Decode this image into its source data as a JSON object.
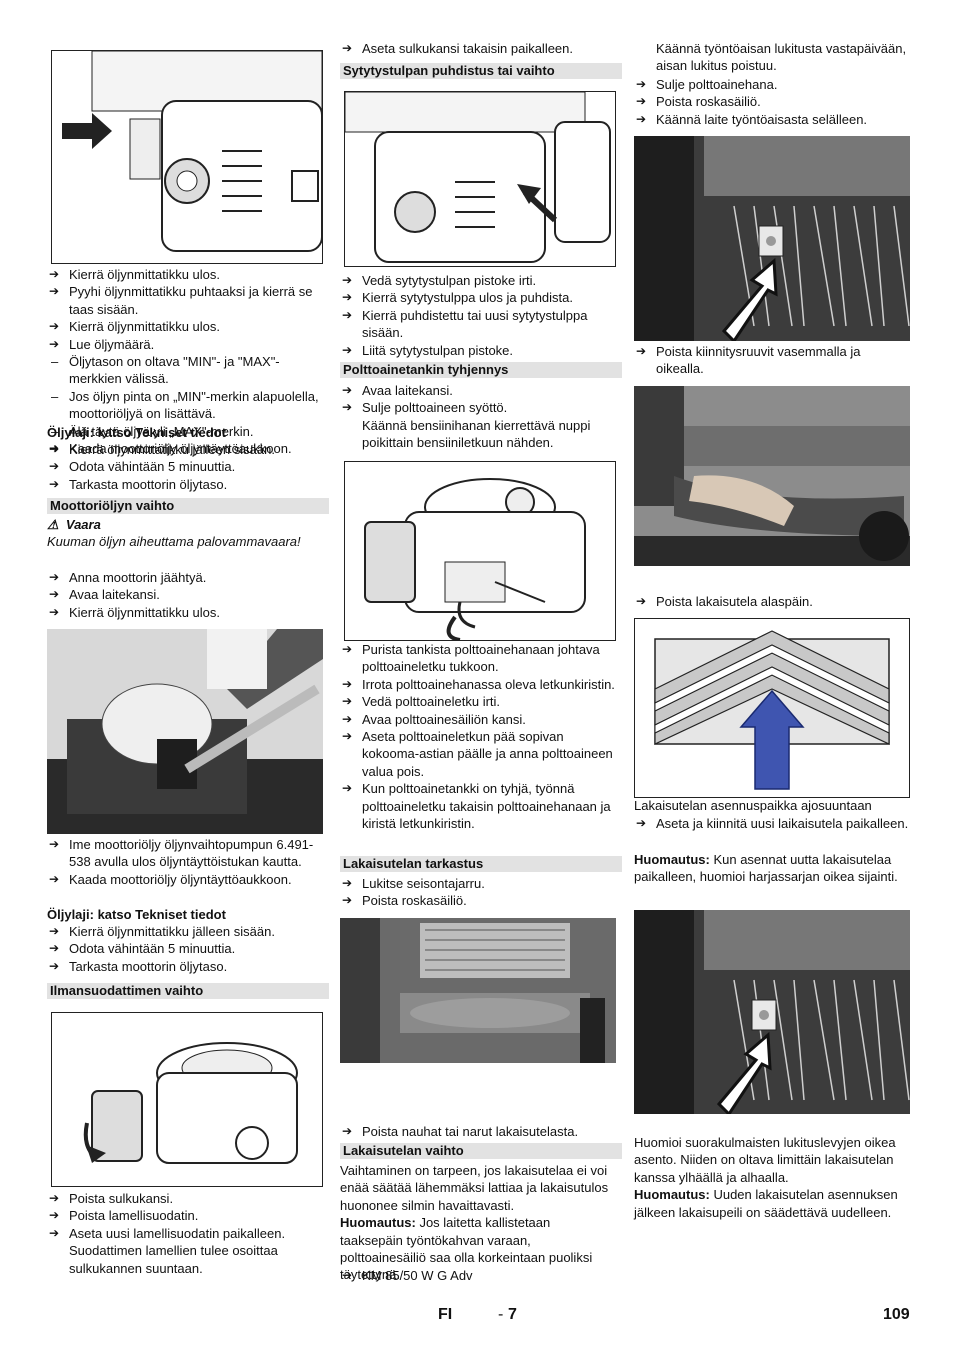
{
  "col1": {
    "list1": [
      {
        "t": "arrow",
        "text": "Kierrä öljynmittatikku ulos."
      },
      {
        "t": "arrow",
        "text": "Pyyhi öljynmittatikku puhtaaksi ja kierrä se taas sisään."
      },
      {
        "t": "arrow",
        "text": "Kierrä öljynmittatikku ulos."
      },
      {
        "t": "arrow",
        "text": "Lue öljymäärä."
      },
      {
        "t": "dash",
        "text": "Öljytason on oltava \"MIN\"- ja \"MAX\"-merkkien välissä."
      },
      {
        "t": "dash",
        "text": "Jos öljyn pinta on „MIN\"-merkin alapuolella, moottoriöljyä on lisättävä."
      },
      {
        "t": "dash",
        "text": "Älä täytä öljyä yli „MAX\"-merkin."
      },
      {
        "t": "arrow",
        "text": "Kaada moottoriöljy öljyntäyttöaukkoon."
      }
    ],
    "oil_type_1": "Öljylaji: katso Tekniset tiedot",
    "list2": [
      {
        "t": "arrow",
        "text": "Kierrä öljynmittatikku jälleen sisään."
      },
      {
        "t": "arrow",
        "text": "Odota vähintään 5 minuuttia."
      },
      {
        "t": "arrow",
        "text": "Tarkasta moottorin öljytaso."
      }
    ],
    "heading_oil_change": "Moottoriöljyn vaihto",
    "warning_label": "Vaara",
    "warning_text": "Kuuman öljyn aiheuttama palovammavaara!",
    "list3": [
      {
        "t": "arrow",
        "text": "Anna moottorin jäähtyä."
      },
      {
        "t": "arrow",
        "text": "Avaa laitekansi."
      },
      {
        "t": "arrow",
        "text": "Kierrä öljynmittatikku ulos."
      }
    ],
    "list4": [
      {
        "t": "arrow",
        "text": "Ime moottoriöljy öljynvaihtopumpun 6.491-538 avulla ulos öljyntäyttöistukan kautta."
      },
      {
        "t": "arrow",
        "text": "Kaada moottoriöljy öljyntäyttöaukkoon."
      }
    ],
    "oil_type_2": "Öljylaji: katso Tekniset tiedot",
    "list5": [
      {
        "t": "arrow",
        "text": "Kierrä öljynmittatikku jälleen sisään."
      },
      {
        "t": "arrow",
        "text": "Odota vähintään 5 minuuttia."
      },
      {
        "t": "arrow",
        "text": "Tarkasta moottorin öljytaso."
      }
    ],
    "heading_air_filter": "Ilmansuodattimen vaihto",
    "list6": [
      {
        "t": "arrow",
        "text": "Poista sulkukansi."
      },
      {
        "t": "arrow",
        "text": "Poista lamellisuodatin."
      },
      {
        "t": "arrow",
        "text": "Aseta uusi lamellisuodatin paikalleen. Suodattimen lamellien tulee osoittaa sulkukannen suuntaan."
      }
    ]
  },
  "col2": {
    "list1": [
      {
        "t": "arrow",
        "text": "Aseta sulkukansi takaisin paikalleen."
      }
    ],
    "heading_spark": "Sytytystulpan puhdistus tai vaihto",
    "list2": [
      {
        "t": "arrow",
        "text": "Vedä sytytystulpan pistoke irti."
      },
      {
        "t": "arrow",
        "text": "Kierrä sytytystulppa ulos ja puhdista."
      },
      {
        "t": "arrow",
        "text": "Kierrä puhdistettu tai uusi sytytystulppa sisään."
      },
      {
        "t": "arrow",
        "text": "Liitä sytytystulpan pistoke."
      }
    ],
    "heading_fuel": "Polttoainetankin tyhjennys",
    "list3": [
      {
        "t": "arrow",
        "text": "Avaa laitekansi."
      },
      {
        "t": "arrow",
        "text": "Sulje polttoaineen syöttö."
      }
    ],
    "fuel_note": "Käännä bensiinihanan kierrettävä nuppi poikittain bensiiniletkuun nähden.",
    "list4": [
      {
        "t": "arrow",
        "text": "Purista tankista polttoainehanaan johtava polttoaineletku tukkoon."
      },
      {
        "t": "arrow",
        "text": "Irrota polttoainehanassa oleva letkunkiristin."
      },
      {
        "t": "arrow",
        "text": "Vedä polttoaineletku irti."
      },
      {
        "t": "arrow",
        "text": "Avaa polttoainesäiliön kansi."
      },
      {
        "t": "arrow",
        "text": "Aseta polttoaineletkun pää sopivan kokooma-astian päälle ja anna polttoaineen valua pois."
      },
      {
        "t": "arrow",
        "text": "Kun polttoainetankki on tyhjä, työnnä polttoaineletku takaisin polttoainehanaan ja kiristä letkunkiristin."
      }
    ],
    "heading_roller_check": "Lakaisutelan tarkastus",
    "list5": [
      {
        "t": "arrow",
        "text": "Lukitse seisontajarru."
      },
      {
        "t": "arrow",
        "text": "Poista roskasäiliö."
      }
    ],
    "list6": [
      {
        "t": "arrow",
        "text": "Poista nauhat tai narut lakaisutelasta."
      }
    ],
    "heading_roller_change": "Lakaisutelan vaihto",
    "change_text": "Vaihtaminen on tarpeen, jos lakaisutelaa ei voi enää säätää lähemmäksi lattiaa ja lakaisutulos huononee silmin havaittavasti.",
    "note_label": "Huomautus:",
    "note_text": " Jos laitetta kallistetaan taaksepäin työntökahvan varaan, polttoainesäiliö saa olla korkeintaan puoliksi täytettynä.",
    "list7": [
      {
        "t": "arrow",
        "text": "KM 85/50 W G Adv"
      }
    ]
  },
  "col3": {
    "cont_text": "Käännä työntöaisan lukitusta vastapäivään, aisan lukitus poistuu.",
    "list1": [
      {
        "t": "arrow",
        "text": "Sulje polttoainehana."
      },
      {
        "t": "arrow",
        "text": "Poista roskasäiliö."
      },
      {
        "t": "arrow",
        "text": "Käännä laite työntöaisasta selälleen."
      }
    ],
    "list2": [
      {
        "t": "arrow",
        "text": "Poista kiinnitysruuvit vasemmalla ja oikealla."
      }
    ],
    "list3": [
      {
        "t": "arrow",
        "text": "Poista lakaisutela alaspäin."
      }
    ],
    "caption": "Lakaisutelan asennuspaikka ajosuuntaan",
    "list4": [
      {
        "t": "arrow",
        "text": "Aseta ja kiinnitä uusi laikaisutela paikalleen."
      }
    ],
    "note1_label": "Huomautus:",
    "note1_text": " Kun asennat uutta lakaisutelaa paikalleen, huomioi harjassarjan oikea sijainti.",
    "para": "Huomioi suorakulmaisten lukituslevyjen oikea asento. Niiden on oltava limittäin lakaisutelan kanssa ylhäällä ja alhaalla.",
    "note2_label": "Huomautus:",
    "note2_text": " Uuden lakaisutelan asennuksen jälkeen lakaisupeili on säädettävä uudelleen."
  },
  "footer": {
    "lang": "FI",
    "sep": "-",
    "section_page": "7",
    "page": "109"
  }
}
